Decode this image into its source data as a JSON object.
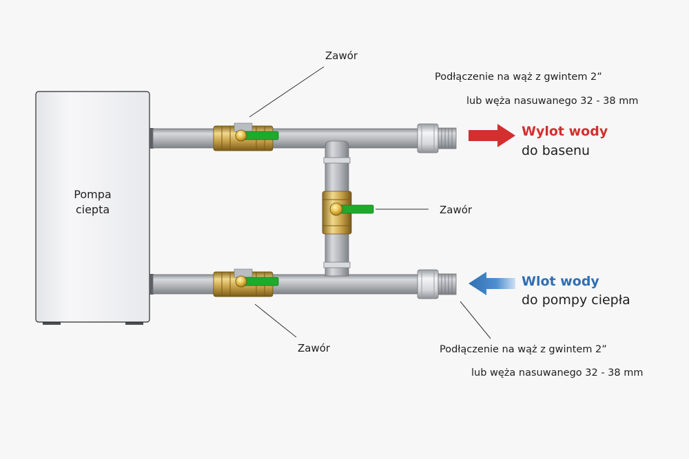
{
  "pump": {
    "line1": "Pompa",
    "line2": "ciepta"
  },
  "valves": {
    "top": "Zawór",
    "middle": "Zawór",
    "bottom": "Zawór"
  },
  "connection_top": {
    "line1": "Podłączenie na wąż z gwintem 2”",
    "line2": "lub węża nasuwanego 32 - 38 mm"
  },
  "connection_bottom": {
    "line1": "Podłączenie na wąż z gwintem 2”",
    "line2": "lub węża nasuwanego 32 - 38 mm"
  },
  "outlet": {
    "title": "Wylot wody",
    "subtitle": "do basenu",
    "color": "#d32f2f"
  },
  "inlet": {
    "title": "Wlot wody",
    "subtitle": "do pompy ciepła",
    "color": "#2f6fb3"
  },
  "colors": {
    "pipe": "#b9bcc0",
    "brass": "#c9a34a",
    "handle": "#1faa2c",
    "pump_body": "#f2f2f4"
  }
}
